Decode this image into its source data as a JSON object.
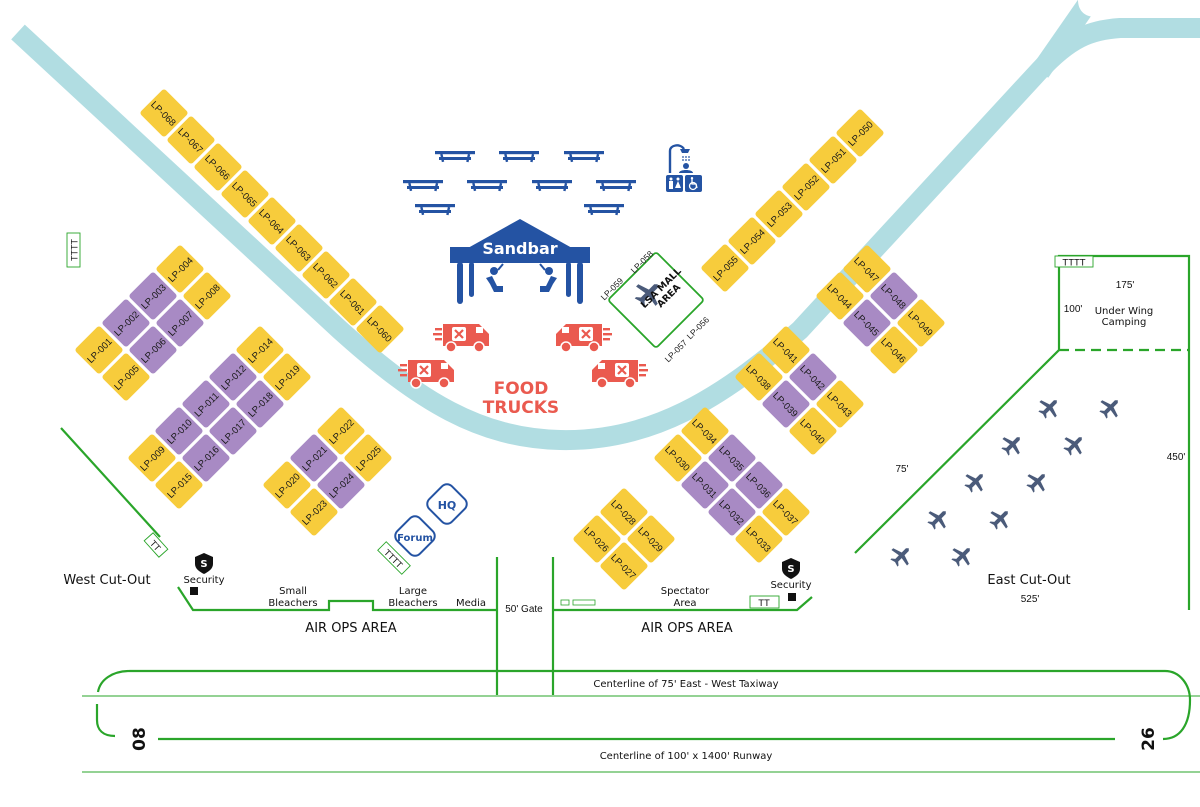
{
  "map": {
    "colors": {
      "taxiway_band": "#b1dde2",
      "plot_yellow": "#f7cc3c",
      "plot_purple": "#a88ac4",
      "brand_blue": "#2453a3",
      "food_red": "#ea5a4f",
      "boundary_green": "#2aa52a",
      "aircraft_slate": "#4b5b7a"
    },
    "plots": [
      {
        "id": "LP-001",
        "type": "yellow"
      },
      {
        "id": "LP-002",
        "type": "purple"
      },
      {
        "id": "LP-003",
        "type": "purple"
      },
      {
        "id": "LP-004",
        "type": "yellow"
      },
      {
        "id": "LP-005",
        "type": "yellow"
      },
      {
        "id": "LP-006",
        "type": "purple"
      },
      {
        "id": "LP-007",
        "type": "purple"
      },
      {
        "id": "LP-008",
        "type": "yellow"
      },
      {
        "id": "LP-009",
        "type": "yellow"
      },
      {
        "id": "LP-010",
        "type": "purple"
      },
      {
        "id": "LP-011",
        "type": "purple"
      },
      {
        "id": "LP-012",
        "type": "purple"
      },
      {
        "id": "LP-014",
        "type": "yellow"
      },
      {
        "id": "LP-015",
        "type": "yellow"
      },
      {
        "id": "LP-016",
        "type": "purple"
      },
      {
        "id": "LP-017",
        "type": "purple"
      },
      {
        "id": "LP-018",
        "type": "purple"
      },
      {
        "id": "LP-019",
        "type": "yellow"
      },
      {
        "id": "LP-020",
        "type": "yellow"
      },
      {
        "id": "LP-021",
        "type": "purple"
      },
      {
        "id": "LP-022",
        "type": "yellow"
      },
      {
        "id": "LP-023",
        "type": "yellow"
      },
      {
        "id": "LP-024",
        "type": "purple"
      },
      {
        "id": "LP-025",
        "type": "yellow"
      },
      {
        "id": "LP-026",
        "type": "yellow"
      },
      {
        "id": "LP-027",
        "type": "yellow"
      },
      {
        "id": "LP-028",
        "type": "yellow"
      },
      {
        "id": "LP-029",
        "type": "yellow"
      },
      {
        "id": "LP-030",
        "type": "yellow"
      },
      {
        "id": "LP-031",
        "type": "purple"
      },
      {
        "id": "LP-032",
        "type": "purple"
      },
      {
        "id": "LP-033",
        "type": "yellow"
      },
      {
        "id": "LP-034",
        "type": "yellow"
      },
      {
        "id": "LP-035",
        "type": "purple"
      },
      {
        "id": "LP-036",
        "type": "purple"
      },
      {
        "id": "LP-037",
        "type": "yellow"
      },
      {
        "id": "LP-038",
        "type": "yellow"
      },
      {
        "id": "LP-039",
        "type": "purple"
      },
      {
        "id": "LP-040",
        "type": "yellow"
      },
      {
        "id": "LP-041",
        "type": "yellow"
      },
      {
        "id": "LP-042",
        "type": "purple"
      },
      {
        "id": "LP-043",
        "type": "yellow"
      },
      {
        "id": "LP-044",
        "type": "yellow"
      },
      {
        "id": "LP-045",
        "type": "purple"
      },
      {
        "id": "LP-046",
        "type": "yellow"
      },
      {
        "id": "LP-047",
        "type": "yellow"
      },
      {
        "id": "LP-048",
        "type": "purple"
      },
      {
        "id": "LP-049",
        "type": "yellow"
      },
      {
        "id": "LP-050",
        "type": "yellow"
      },
      {
        "id": "LP-051",
        "type": "yellow"
      },
      {
        "id": "LP-052",
        "type": "yellow"
      },
      {
        "id": "LP-053",
        "type": "yellow"
      },
      {
        "id": "LP-054",
        "type": "yellow"
      },
      {
        "id": "LP-055",
        "type": "yellow"
      },
      {
        "id": "LP-060",
        "type": "yellow"
      },
      {
        "id": "LP-061",
        "type": "yellow"
      },
      {
        "id": "LP-062",
        "type": "yellow"
      },
      {
        "id": "LP-063",
        "type": "yellow"
      },
      {
        "id": "LP-064",
        "type": "yellow"
      },
      {
        "id": "LP-065",
        "type": "yellow"
      },
      {
        "id": "LP-066",
        "type": "yellow"
      },
      {
        "id": "LP-067",
        "type": "yellow"
      },
      {
        "id": "LP-068",
        "type": "yellow"
      }
    ],
    "lsa_mall": {
      "title_line1": "LSA MALL",
      "title_line2": "AREA",
      "corner_plots": [
        "LP-056",
        "LP-057",
        "LP-058",
        "LP-059"
      ]
    },
    "sandbar_label": "Sandbar",
    "food_trucks_line1": "FOOD",
    "food_trucks_line2": "TRUCKS",
    "hq_label": "HQ",
    "forum_label": "Forum",
    "toilets": {
      "west_pair": "TT",
      "west_quad_vertical": "TTTT",
      "center_quad": "TTTT",
      "east_pair": "TT",
      "camping_quad": "TTTT"
    },
    "security_west": "Security",
    "security_east": "Security",
    "west_cutout": "West Cut-Out",
    "east_cutout": "East Cut-Out",
    "small_bleachers_line1": "Small",
    "small_bleachers_line2": "Bleachers",
    "large_bleachers_line1": "Large",
    "large_bleachers_line2": "Bleachers",
    "media": "Media",
    "gate": "50' Gate",
    "spectator_line1": "Spectator",
    "spectator_line2": "Area",
    "air_ops_west": "AIR OPS AREA",
    "air_ops_east": "AIR OPS AREA",
    "under_wing_line1": "Under Wing",
    "under_wing_line2": "Camping",
    "dims": {
      "camping_width": "175'",
      "camping_depth": "100'",
      "east_depth": "450'",
      "east_width": "525'",
      "east_diag": "75'"
    },
    "taxiway_label": "Centerline of 75' East - West Taxiway",
    "runway_label": "Centerline of 100' x 1400' Runway",
    "runway_west_number": "08",
    "runway_east_number": "26",
    "east_cutout_aircraft_count": 10
  }
}
